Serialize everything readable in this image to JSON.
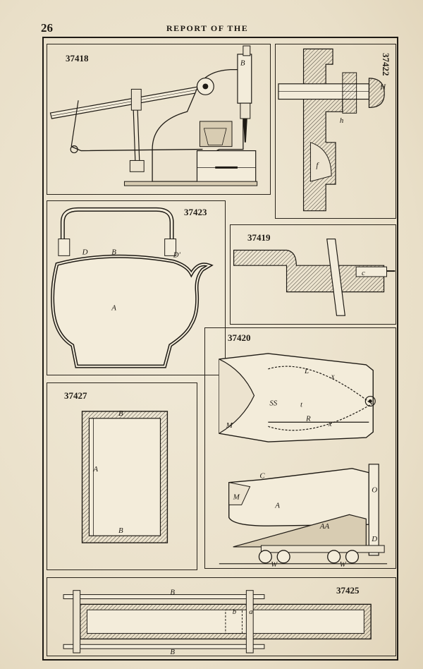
{
  "page": {
    "number": "26",
    "header": "REPORT OF THE"
  },
  "panels": {
    "p37418": {
      "number": "37418",
      "labels": {
        "b": "B"
      }
    },
    "p37422": {
      "number": "37422",
      "labels": {
        "h1": "H",
        "h2": "h",
        "f": "f"
      }
    },
    "p37423": {
      "number": "37423",
      "labels": {
        "d": "D",
        "b": "B",
        "d2": "D'",
        "a": "A"
      }
    },
    "p37419": {
      "number": "37419",
      "labels": {
        "c": "c"
      }
    },
    "p37420": {
      "number": "37420",
      "labels": {
        "l": "L",
        "ss": "SS",
        "t": "t",
        "r": "R",
        "m": "M",
        "x1": "x",
        "x2": "x",
        "m2": "M",
        "a": "A",
        "aa": "AA",
        "o": "O",
        "d": "D",
        "w1": "W",
        "w2": "W",
        "c": "C"
      }
    },
    "p37427": {
      "number": "37427",
      "labels": {
        "b1": "B",
        "a": "A",
        "b2": "B"
      }
    },
    "p37425": {
      "number": "37425",
      "labels": {
        "b1": "B",
        "b2": "b",
        "a": "a",
        "b3": "B"
      }
    }
  }
}
